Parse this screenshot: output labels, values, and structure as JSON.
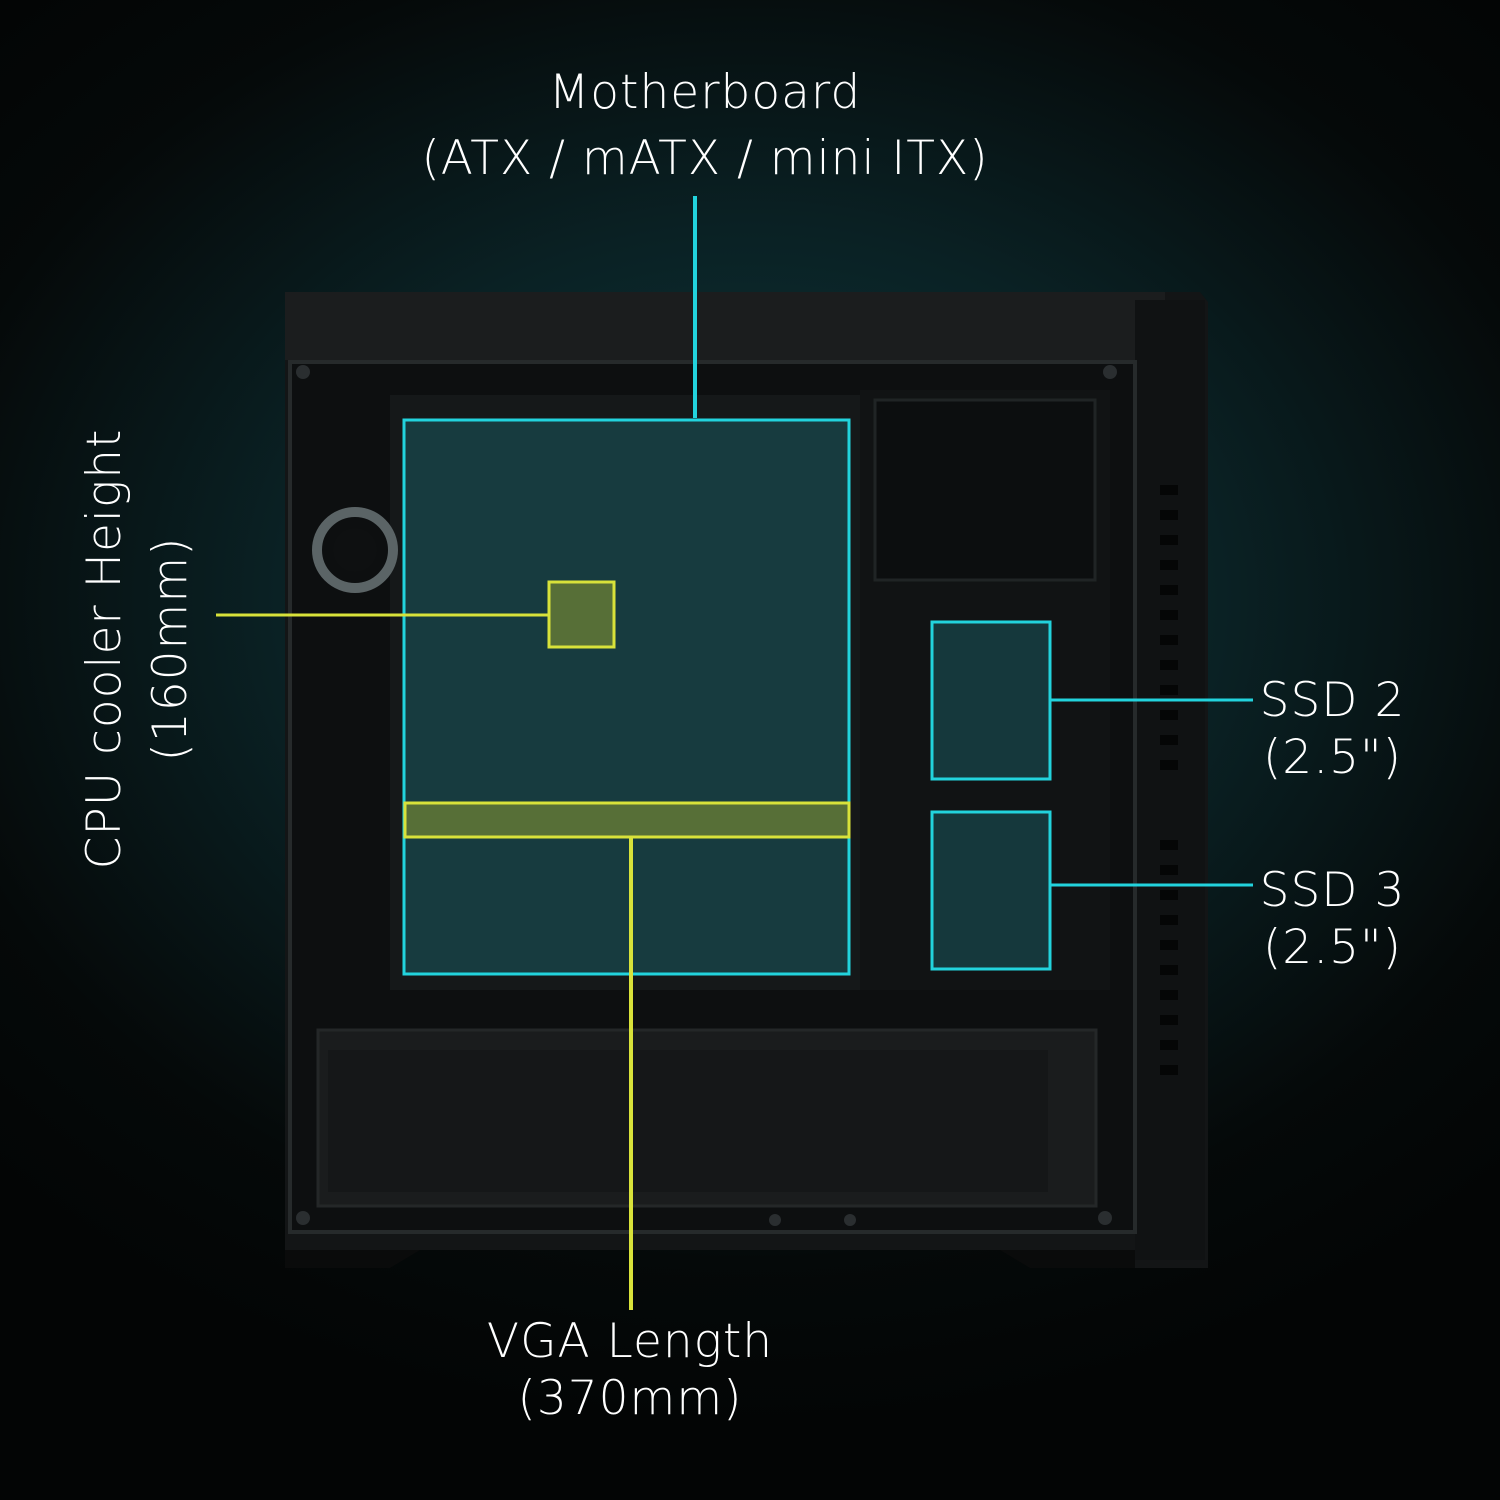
{
  "labels": {
    "motherboard": {
      "line1": "Motherboard",
      "line2": "(ATX / mATX / mini ITX)"
    },
    "cpu_cooler": {
      "line1": "CPU cooler Height",
      "line2": "(160mm)"
    },
    "vga": {
      "line1": "VGA Length",
      "line2": "(370mm)"
    },
    "ssd2": {
      "line1": "SSD 2",
      "line2": "(2.5\")"
    },
    "ssd3": {
      "line1": "SSD 3",
      "line2": "(2.5\")"
    }
  },
  "colors": {
    "cyan_callout": "#22d3dd",
    "yellow_callout": "#d8e23a",
    "case_body": "#141617",
    "background": "#0a2124"
  }
}
